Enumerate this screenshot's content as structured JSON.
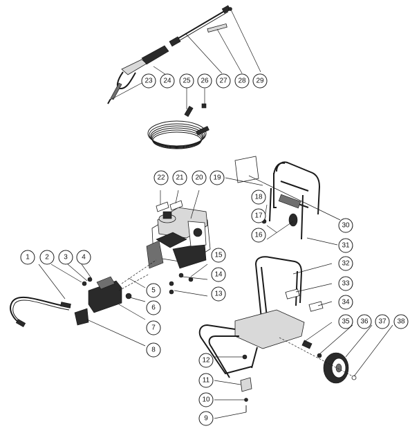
{
  "callouts": [
    {
      "id": "c1",
      "label": "1"
    },
    {
      "id": "c2",
      "label": "2"
    },
    {
      "id": "c3",
      "label": "3"
    },
    {
      "id": "c4",
      "label": "4"
    },
    {
      "id": "c5",
      "label": "5"
    },
    {
      "id": "c6",
      "label": "6"
    },
    {
      "id": "c7",
      "label": "7"
    },
    {
      "id": "c8",
      "label": "8"
    },
    {
      "id": "c9",
      "label": "9"
    },
    {
      "id": "c10",
      "label": "10"
    },
    {
      "id": "c11",
      "label": "11"
    },
    {
      "id": "c12",
      "label": "12"
    },
    {
      "id": "c13",
      "label": "13"
    },
    {
      "id": "c14",
      "label": "14"
    },
    {
      "id": "c15",
      "label": "15"
    },
    {
      "id": "c16",
      "label": "16"
    },
    {
      "id": "c17",
      "label": "17"
    },
    {
      "id": "c18",
      "label": "18"
    },
    {
      "id": "c19",
      "label": "19"
    },
    {
      "id": "c20",
      "label": "20"
    },
    {
      "id": "c21",
      "label": "21"
    },
    {
      "id": "c22",
      "label": "22"
    },
    {
      "id": "c23",
      "label": "23"
    },
    {
      "id": "c24",
      "label": "24"
    },
    {
      "id": "c25",
      "label": "25"
    },
    {
      "id": "c26",
      "label": "26"
    },
    {
      "id": "c27",
      "label": "27"
    },
    {
      "id": "c28",
      "label": "28"
    },
    {
      "id": "c29",
      "label": "29"
    },
    {
      "id": "c30",
      "label": "30"
    },
    {
      "id": "c31",
      "label": "31"
    },
    {
      "id": "c32",
      "label": "32"
    },
    {
      "id": "c33",
      "label": "33"
    },
    {
      "id": "c34",
      "label": "34"
    },
    {
      "id": "c35",
      "label": "35"
    },
    {
      "id": "c36",
      "label": "36"
    },
    {
      "id": "c37",
      "label": "37"
    },
    {
      "id": "c38",
      "label": "38"
    }
  ]
}
